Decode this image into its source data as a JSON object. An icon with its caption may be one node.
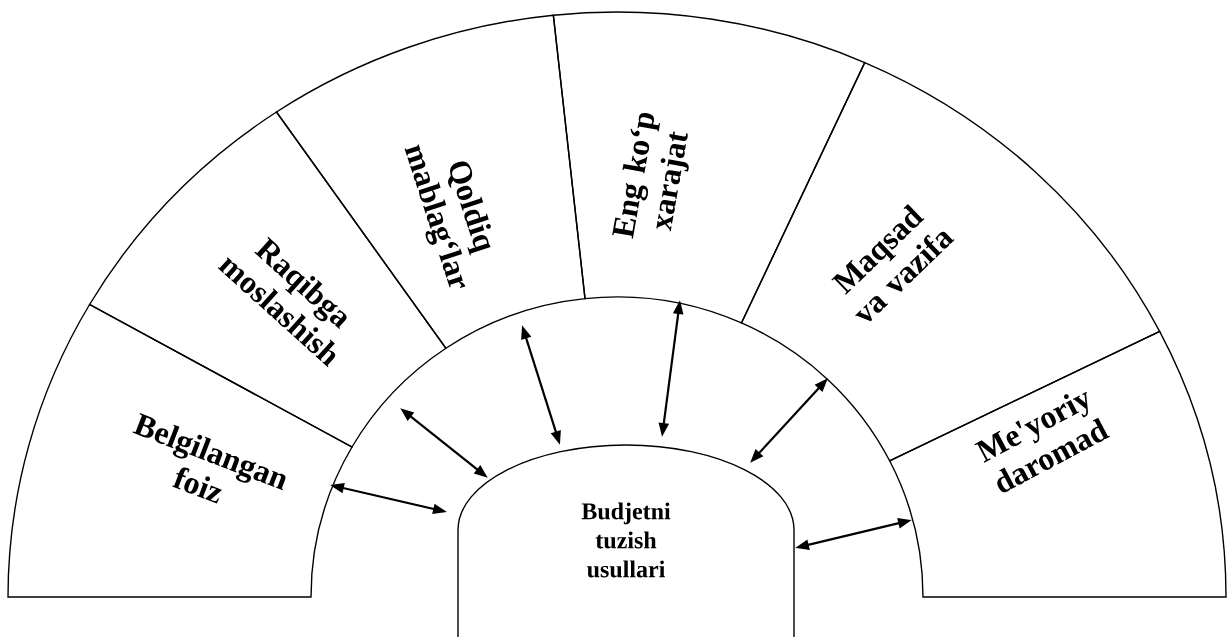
{
  "diagram": {
    "nodes": [
      {
        "text": [
          "Budjetni tuzish usullari"
        ]
      },
      {
        "text": [
          "Belgilangan foiz"
        ]
      },
      {
        "text": [
          "Raqibga moslashish"
        ]
      },
      {
        "text": [
          "Qoldiq mablag‘lar"
        ]
      },
      {
        "text": [
          "Eng ko‘p xarajat"
        ]
      },
      {
        "text": [
          "Maqsad va vazifa"
        ]
      },
      {
        "text": [
          "Me'yoriy daromad"
        ]
      }
    ],
    "edges": [
      {
        "from": 0,
        "to": 1,
        "arrow": "both"
      },
      {
        "from": 0,
        "to": 2,
        "arrow": "both"
      },
      {
        "from": 0,
        "to": 3,
        "arrow": "both"
      },
      {
        "from": 0,
        "to": 4,
        "arrow": "both"
      },
      {
        "from": 0,
        "to": 5,
        "arrow": "both"
      },
      {
        "from": 0,
        "to": 6,
        "arrow": "both"
      }
    ]
  }
}
